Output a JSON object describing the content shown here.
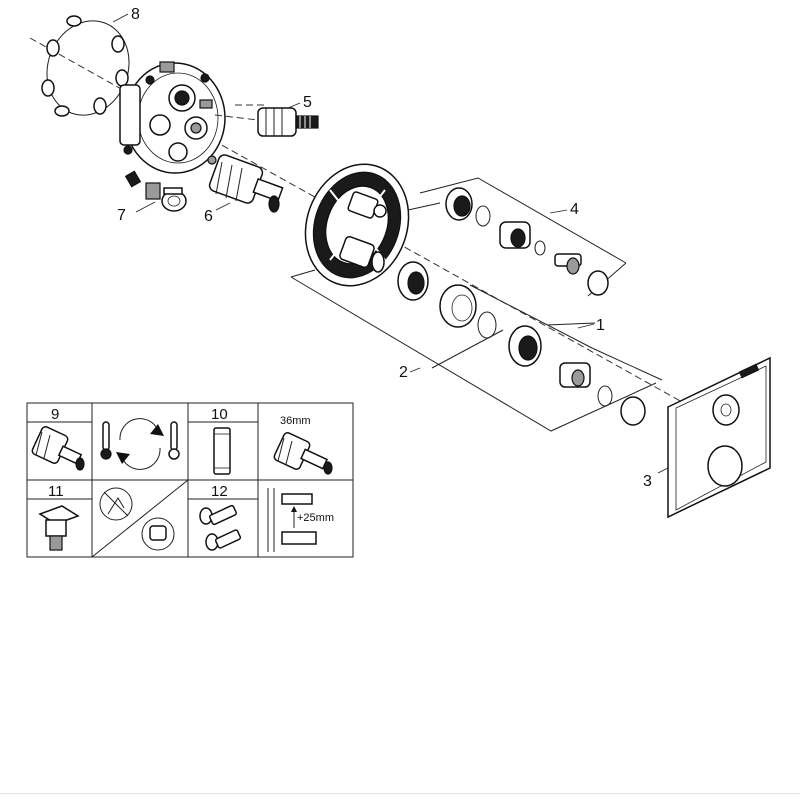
{
  "callouts": {
    "c1": "1",
    "c2": "2",
    "c3": "3",
    "c4": "4",
    "c5": "5",
    "c6": "6",
    "c7": "7",
    "c8": "8"
  },
  "table": {
    "cells": {
      "c9": "9",
      "c10": "10",
      "c11": "11",
      "c12": "12",
      "size_36": "36mm",
      "ext_25": "+25mm"
    }
  },
  "colors": {
    "line": "#222222",
    "fill_dark": "#1a1a1a",
    "fill_grey": "#9a9a9a"
  }
}
